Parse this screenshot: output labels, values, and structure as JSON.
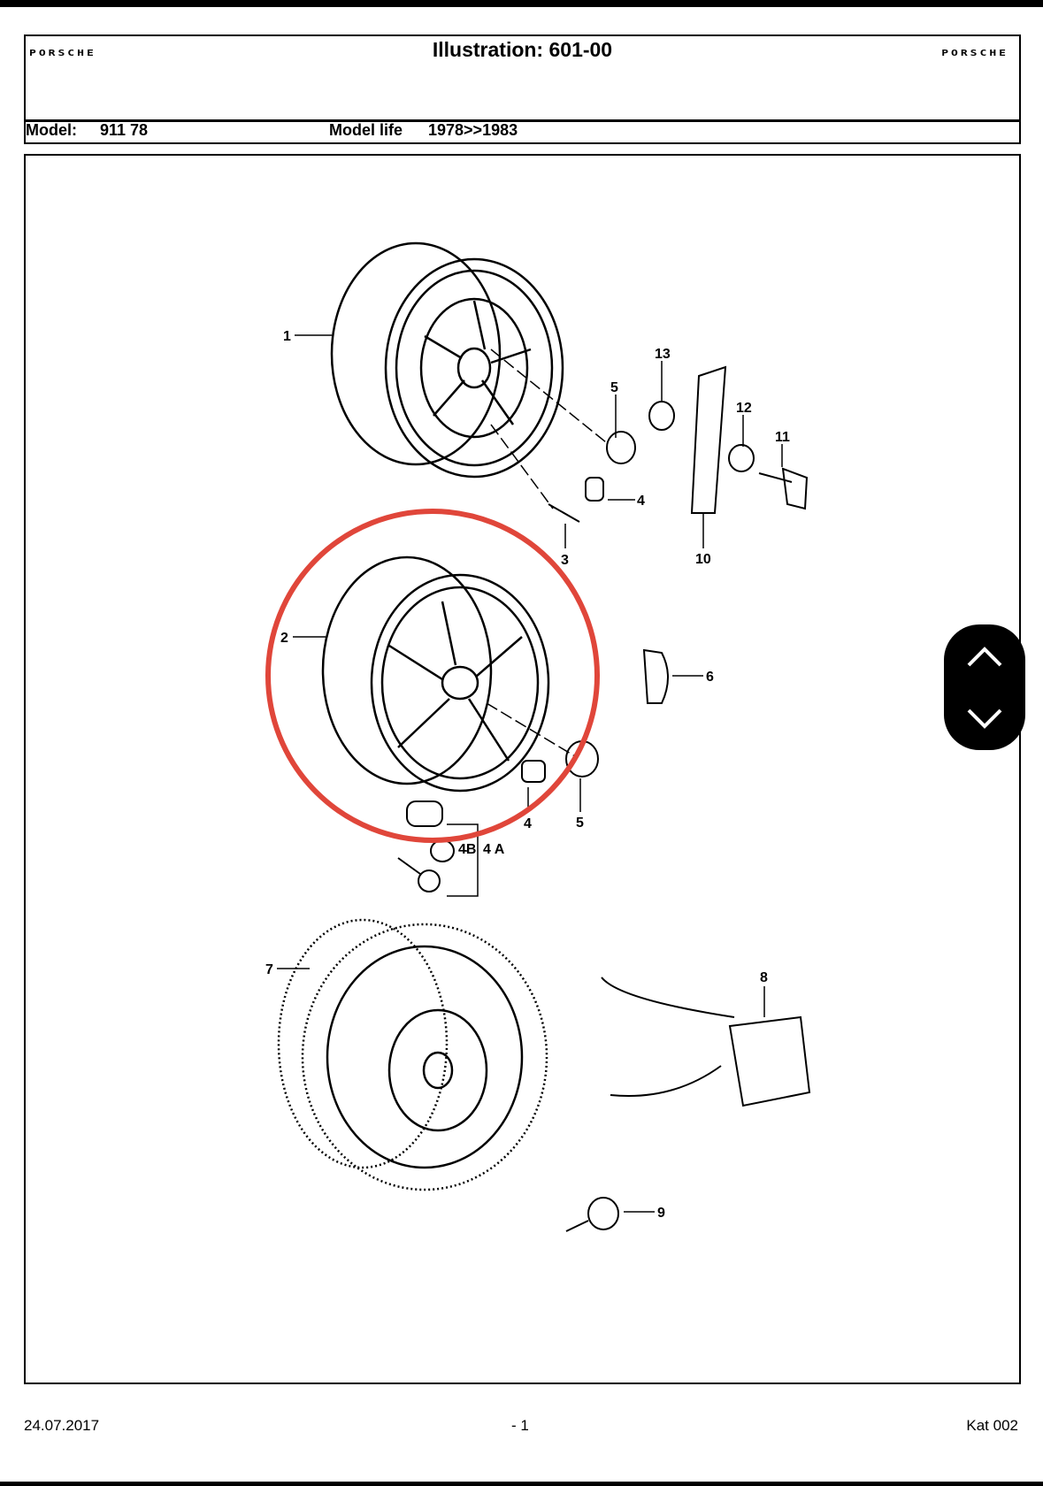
{
  "header": {
    "logo_left": "PORSCHE",
    "logo_right": "PORSCHE",
    "title": "Illustration: 601-00"
  },
  "model": {
    "model_label": "Model:",
    "model_value": "911 78",
    "life_label": "Model life",
    "life_value": "1978>>1983"
  },
  "callouts": {
    "c1": "1",
    "c2": "2",
    "c3": "3",
    "c4a": "4",
    "c4b": "4",
    "c4A": "4 A",
    "c4B": "4B",
    "c5a": "5",
    "c5b": "5",
    "c6": "6",
    "c7": "7",
    "c8": "8",
    "c9": "9",
    "c10": "10",
    "c11": "11",
    "c12": "12",
    "c13": "13"
  },
  "footer": {
    "date": "24.07.2017",
    "page": "- 1",
    "catalog": "Kat 002"
  },
  "colors": {
    "highlight": "#e0463a"
  },
  "scroll": {
    "up_icon": "chevron-up-icon",
    "down_icon": "chevron-down-icon"
  }
}
